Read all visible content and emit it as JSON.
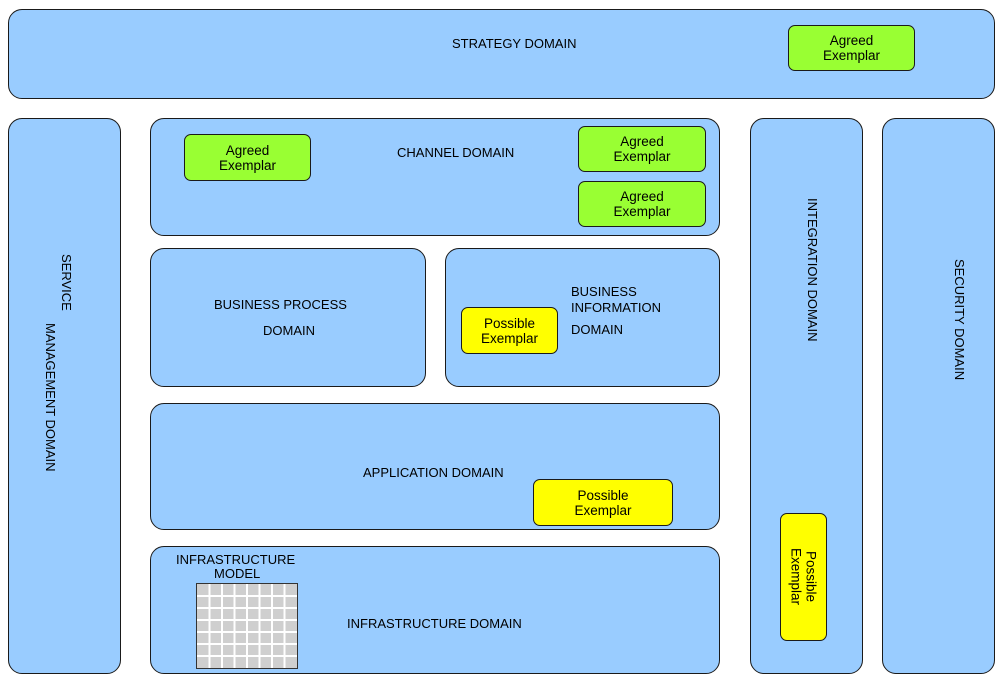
{
  "strategy": {
    "title": "STRATEGY DOMAIN",
    "exemplar": "Agreed\nExemplar"
  },
  "service_management": {
    "line1": "SERVICE",
    "line2": "MANAGEMENT DOMAIN"
  },
  "channel": {
    "title": "CHANNEL DOMAIN",
    "exemplar_left": "Agreed\nExemplar",
    "exemplar_right_top": "Agreed\nExemplar",
    "exemplar_right_bottom": "Agreed\nExemplar"
  },
  "business_process": {
    "line1": "BUSINESS PROCESS",
    "line2": "DOMAIN"
  },
  "business_information": {
    "line1": "BUSINESS",
    "line2": "INFORMATION",
    "line3": "DOMAIN",
    "exemplar": "Possible\nExemplar"
  },
  "application": {
    "title": "APPLICATION DOMAIN",
    "exemplar": "Possible\nExemplar"
  },
  "infrastructure": {
    "title": "INFRASTRUCTURE DOMAIN",
    "model_line1": "INFRASTRUCTURE",
    "model_line2": "MODEL"
  },
  "integration": {
    "title": "INTEGRATION DOMAIN",
    "exemplar": "Possible\nExemplar"
  },
  "security": {
    "title": "SECURITY DOMAIN"
  },
  "colors": {
    "domain_fill": "#99ccff",
    "agreed": "#99ff33",
    "possible": "#ffff00",
    "border": "#1a1a1a"
  }
}
